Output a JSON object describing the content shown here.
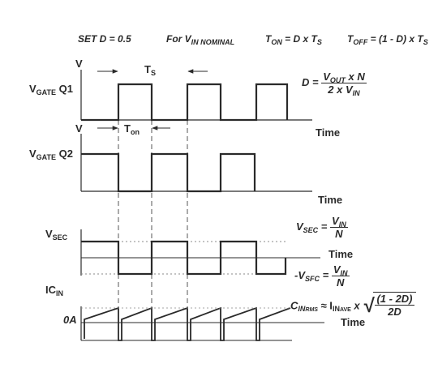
{
  "header": {
    "set_text": "SET D = 0.5",
    "for_prefix": "For V",
    "for_sub": "IN NOMINAL",
    "ton_t": "T",
    "ton_sub": "ON",
    "ton_rest": " = D x T",
    "ton_s": "S",
    "toff_t": "T",
    "toff_sub": "OFF",
    "toff_rest": " = (1 - D) x T",
    "toff_s": "S"
  },
  "panels": {
    "gate1": {
      "label_v": "V",
      "label_sub": "GATE",
      "label_q": " Q1",
      "axis_v": "V",
      "time": "Time"
    },
    "gate2": {
      "label_v": "V",
      "label_sub": "GATE",
      "label_q": " Q2",
      "axis_v": "V",
      "time": "Time"
    },
    "sec": {
      "label_v": "V",
      "label_sub": "SEC",
      "time": "Time"
    },
    "ic": {
      "label_main": "IC",
      "label_sub": "IN",
      "zero": "0A",
      "time": "Time"
    }
  },
  "annotations": {
    "ts_t": "T",
    "ts_sub": "S",
    "ton_t": "T",
    "ton_sub": "on"
  },
  "formulas": {
    "duty": {
      "lhs": "D =",
      "num_v": "V",
      "num_sub": "OUT",
      "num_rest": " x N",
      "den_pre": "2 x V",
      "den_sub": "IN"
    },
    "vsec": {
      "lhs_v": "V",
      "lhs_sub": "SEC",
      "eq": " =",
      "num_v": "V",
      "num_sub": "IN",
      "den": "N"
    },
    "neg_vsec": {
      "lhs_v": "-V",
      "lhs_sub": "SFC",
      "eq": " =",
      "num_v": "V",
      "num_sub": "IN",
      "den": "N"
    },
    "cin": {
      "c": "C",
      "c_sub": "IN",
      "c_subsub": "RMS",
      "approx": " ≈ I",
      "i_sub": "IN",
      "i_subsub": "AVE",
      "x": " x",
      "num": "(1 - 2D)",
      "den": "2D"
    }
  },
  "colors": {
    "ink": "#2a2a2a",
    "dash": "#555555",
    "dotted": "#888888"
  }
}
